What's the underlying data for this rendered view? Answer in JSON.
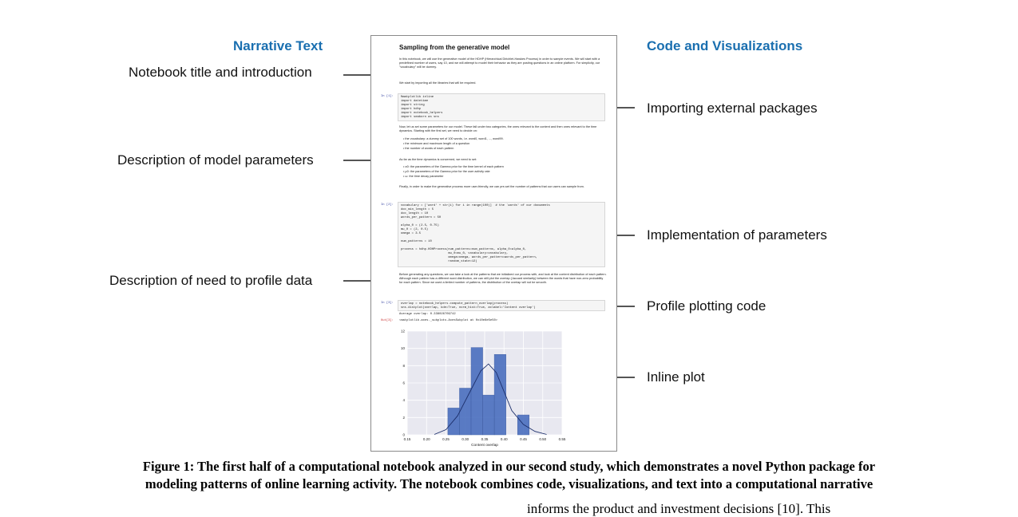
{
  "headings": {
    "left": "Narrative Text",
    "right": "Code and Visualizations"
  },
  "callouts_left": [
    "Notebook title and introduction",
    "Description of model parameters",
    "Description of need to profile data"
  ],
  "callouts_right": [
    "Importing external packages",
    "Implementation of parameters",
    "Profile plotting code",
    "Inline plot"
  ],
  "notebook": {
    "title": "Sampling from the generative model",
    "intro": "In this notebook, we will use the generative model of the HDHP (Hierarchical Dirichlet-Hawkes Process) in order to sample events. We will start with a predefined number of users, say 10, and we will attempt to model their behavior as they are posting questions in an online platform. For simplicity, our \"vocabulary\" will be dummy.",
    "import_note": "We start by importing all the libraries that will be required.",
    "prompt1": "In [1]:",
    "code1": "%matplotlib inline\nimport datetime\nimport string\nimport hdhp\nimport notebook_helpers\nimport seaborn as sns",
    "params_intro": "Now, let us set some parameters for our model. These fall under two categories, the ones relevant to the content and then ones relevant to the time dynamics. Starting with the first set, we need to decide on:",
    "params_list_1": [
      "the vocabulary: a dummy set of 100 words, i.e. word0, word1, ..., word99.",
      "the minimum and maximum length of a question",
      "the number of words of each pattern"
    ],
    "time_intro": "As far as the time dynamics is concerned, we need to set:",
    "params_list_2": [
      "α0: the parameters of the Gamma prior for the time kernel of each pattern",
      "μ0: the parameters of the Gamma prior for the user activity rate",
      "ω: the time decay parameter"
    ],
    "patterns_note": "Finally, in order to make the generative process more user-friendly, we can pre-set the number of patterns that our users can sample from.",
    "prompt2": "In [2]:",
    "code2": "vocabulary = ['word' + str(i) for i in range(100)]  # the `words' of our documents\ndoc_min_length = 5\ndoc_length = 10\nwords_per_pattern = 50\n\nalpha_0 = (2.5, 0.75)\nmu_0 = (2, 0.5)\nomega = 3.5\n\nnum_patterns = 10\n\nprocess = hdhp.HDHProcess(num_patterns=num_patterns, alpha_0=alpha_0,\n                          mu_0=mu_0, vocabulary=vocabulary,\n                          omega=omega, words_per_pattern=words_per_pattern,\n                          random_state=12)",
    "profile_note": "Before generating any questions, we can take a look at the patterns that we initialized our process with, and look at the content distribution of each pattern. Although each pattern has a different word distribution, we can still plot the overlap (Jaccard similarity) between the words that have non-zero probability for each pattern. Since we used a limited number of patterns, the distribution of the overlap will not be smooth.",
    "prompt3": "In [3]:",
    "code3": "overlap = notebook_helpers.compute_pattern_overlap(process)\nsns.distplot(overlap, kde=True, norm_hist=True, axlabel='Content overlap')",
    "output_text": "Average overlap: 0.338026709742",
    "out_prompt": "Out[3]:",
    "out_repr": "<matplotlib.axes._subplots.AxesSubplot at 0x10e8e5e50>"
  },
  "chart_data": {
    "type": "bar",
    "xlabel": "Content overlap",
    "ylabel": "",
    "xlim": [
      0.15,
      0.55
    ],
    "ylim": [
      0,
      12
    ],
    "x_ticks": [
      "0.15",
      "0.20",
      "0.25",
      "0.30",
      "0.35",
      "0.40",
      "0.45",
      "0.50",
      "0.55"
    ],
    "y_ticks": [
      "0",
      "2",
      "4",
      "6",
      "8",
      "10",
      "12"
    ],
    "bins": [
      {
        "x0": 0.255,
        "x1": 0.285,
        "value": 3.1
      },
      {
        "x0": 0.285,
        "x1": 0.315,
        "value": 5.4
      },
      {
        "x0": 0.315,
        "x1": 0.345,
        "value": 10.1
      },
      {
        "x0": 0.345,
        "x1": 0.375,
        "value": 4.6
      },
      {
        "x0": 0.375,
        "x1": 0.405,
        "value": 9.3
      },
      {
        "x0": 0.405,
        "x1": 0.435,
        "value": 0
      },
      {
        "x0": 0.435,
        "x1": 0.465,
        "value": 2.3
      }
    ],
    "kde": [
      [
        0.22,
        0.05
      ],
      [
        0.25,
        0.6
      ],
      [
        0.28,
        2.2
      ],
      [
        0.31,
        4.8
      ],
      [
        0.34,
        7.4
      ],
      [
        0.36,
        8.2
      ],
      [
        0.38,
        7.2
      ],
      [
        0.4,
        5.0
      ],
      [
        0.42,
        2.8
      ],
      [
        0.45,
        1.2
      ],
      [
        0.48,
        0.4
      ],
      [
        0.51,
        0.05
      ]
    ],
    "bar_color": "#4a6fbf",
    "grid": true,
    "background": "#e8e8f0"
  },
  "caption": {
    "line1": "Figure 1: The first half of a computational notebook analyzed in our second study, which demonstrates a novel Python package for",
    "line2": "modeling patterns of online learning activity. The notebook combines code, visualizations, and text into a computational narrative"
  },
  "body_fragment": "informs the product and investment decisions [10]. This"
}
